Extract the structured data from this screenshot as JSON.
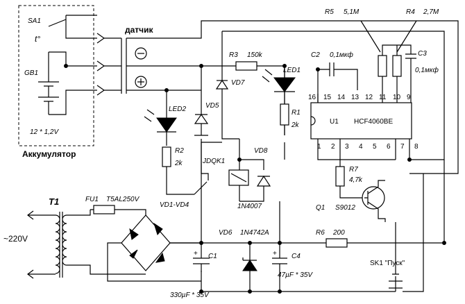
{
  "labels": {
    "sensor": "датчик",
    "sa1": "SA1",
    "t0": "t°",
    "gb1": "GB1",
    "battery_spec": "12 * 1,2V",
    "battery": "Аккумулятор",
    "r3": "R3",
    "r3_val": "150k",
    "vd7": "VD7",
    "vd5": "VD5",
    "led2": "LED2",
    "r2": "R2",
    "r2_val": "2k",
    "led1": "LED1",
    "r1": "R1",
    "r1_val": "2k",
    "c2": "C2",
    "c2_val": "0,1мкф",
    "r5": "R5",
    "r5_val": "5,1M",
    "r4": "R4",
    "r4_val": "2,7M",
    "c3": "C3",
    "c3_val": "0,1мкф",
    "u1": "U1",
    "ic": "HCF4060BE",
    "pins_top": [
      "16",
      "15",
      "14",
      "13",
      "12",
      "11",
      "10",
      "9"
    ],
    "pins_bottom": [
      "1",
      "2",
      "3",
      "4",
      "5",
      "6",
      "7",
      "8"
    ],
    "relay": "JDQK1",
    "vd8": "VD8",
    "vd8_val": "1N4007",
    "r7": "R7",
    "r7_val": "4,7k",
    "q1": "Q1",
    "q1_val": "S9012",
    "t1": "T1",
    "mains": "~220V",
    "fu1": "FU1",
    "fu1_val": "T5AL250V",
    "bridge": "VD1-VD4",
    "vd6": "VD6",
    "vd6_val": "1N4742A",
    "r6": "R6",
    "r6_val": "200",
    "c1": "C1",
    "c1_val": "330µF * 35V",
    "c4": "C4",
    "c4_val": "47µF * 35V",
    "sk1": "SK1 \"Пуск\"",
    "plus": "+"
  }
}
